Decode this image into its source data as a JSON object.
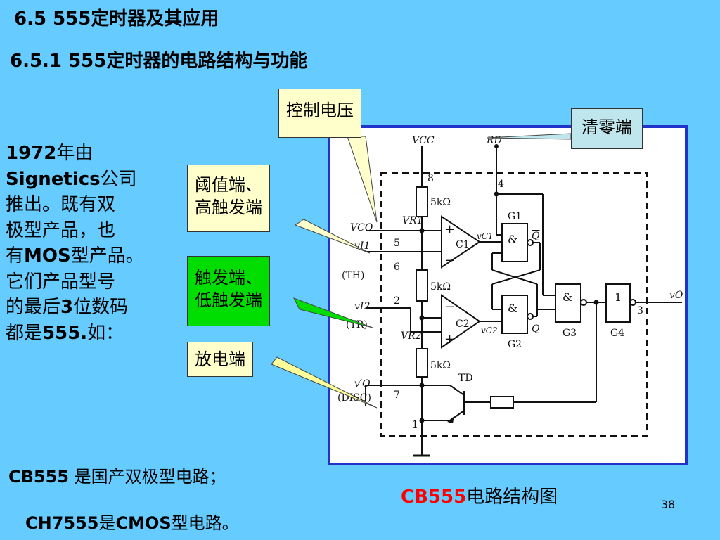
{
  "slide": {
    "title": "6.5  555定时器及其应用",
    "subtitle": "6.5.1  555定时器的电路结构与功能",
    "page_number": "38"
  },
  "intro": {
    "year": "1972",
    "line1_rest": "年由",
    "company": "Signetics",
    "line2_rest": "公司",
    "line3": "推出。既有双",
    "line4": "极型产品，也",
    "line5_a": "有",
    "line5_b": "MOS",
    "line5_c": "型产品。",
    "line6": "它们产品型号",
    "line7_a": "的最后",
    "line7_b": "3",
    "line7_c": "位数码",
    "line8_a": "都是",
    "line8_b": "555.",
    "line8_c": "如："
  },
  "footer": {
    "line1_a": "CB555",
    "line1_b": " 是国产双极型电路；",
    "line2_a": "CH7555",
    "line2_b": "是",
    "line2_c": "CMOS",
    "line2_d": "型电路。"
  },
  "caption": {
    "red": "CB555",
    "rest": "电路结构图"
  },
  "callouts": {
    "control_voltage": "控制电压",
    "reset": "清零端",
    "threshold_line1": "阈值端、",
    "threshold_line2": "高触发端",
    "trigger_line1": "触发端、",
    "trigger_line2": "低触发端",
    "discharge": "放电端"
  },
  "circuit": {
    "vcc": "VCC",
    "rd": "RD",
    "resistor1": "5kΩ",
    "resistor2": "5kΩ",
    "resistor3": "5kΩ",
    "vr1": "VR1",
    "vr2": "VR2",
    "vco": "VCO",
    "vi1": "vI1",
    "th": "(TH)",
    "vi2": "vI2",
    "tr": "(TR)",
    "vo_disc": "v′O",
    "disc": "(DISC)",
    "vc1": "vC1",
    "vc2": "vC2",
    "c1": "C1",
    "c2": "C2",
    "g1": "G1",
    "g2": "G2",
    "g3": "G3",
    "g4": "G4",
    "td": "TD",
    "q": "Q",
    "qbar": "Q",
    "vo": "vO",
    "amp": "&",
    "one": "1",
    "plus": "+",
    "minus": "−",
    "pin8": "8",
    "pin4": "4",
    "pin5": "5",
    "pin6": "6",
    "pin2": "2",
    "pin7": "7",
    "pin1": "1",
    "pin3": "3"
  },
  "colors": {
    "background": "#66ccff",
    "diagram_border": "#2233cc",
    "callout_yellow": "#ffffcc",
    "callout_teal": "#bfe6ec",
    "callout_green": "#00dd00",
    "caption_red": "#ff0000"
  }
}
